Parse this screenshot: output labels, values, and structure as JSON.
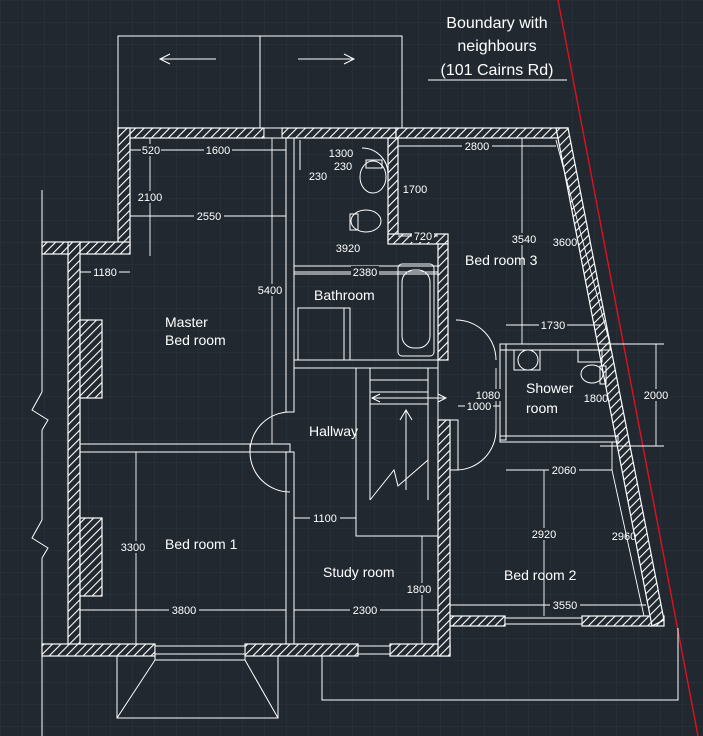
{
  "boundary": {
    "line1": "Boundary with",
    "line2": "neighbours",
    "line3": "(101 Cairns Rd)"
  },
  "rooms": {
    "master_line1": "Master",
    "master_line2": "Bed room",
    "bathroom": "Bathroom",
    "bedroom3": "Bed room 3",
    "shower_line1": "Shower",
    "shower_line2": "room",
    "hallway": "Hallway",
    "bedroom1": "Bed room 1",
    "study": "Study room",
    "bedroom2": "Bed room 2"
  },
  "dims": {
    "d520": "520",
    "d1600": "1600",
    "d1300": "1300",
    "d230a": "230",
    "d230b": "230",
    "d2800": "2800",
    "d2100": "2100",
    "d2550": "2550",
    "d1700": "1700",
    "d720": "720",
    "d3920": "3920",
    "d3540": "3540",
    "d3600": "3600",
    "d1180": "1180",
    "d2380": "2380",
    "d5400": "5400",
    "d1730": "1730",
    "d2000": "2000",
    "d1080": "1080",
    "d1000": "1000",
    "d1800a": "1800",
    "d2060": "2060",
    "d3300": "3300",
    "d1100": "1100",
    "d2920": "2920",
    "d2960": "2960",
    "d1800b": "1800",
    "d3800": "3800",
    "d2300": "2300",
    "d3550": "3550"
  },
  "colors": {
    "background": "#212830",
    "lines": "#ffffff",
    "boundary_line": "#e0101e"
  }
}
